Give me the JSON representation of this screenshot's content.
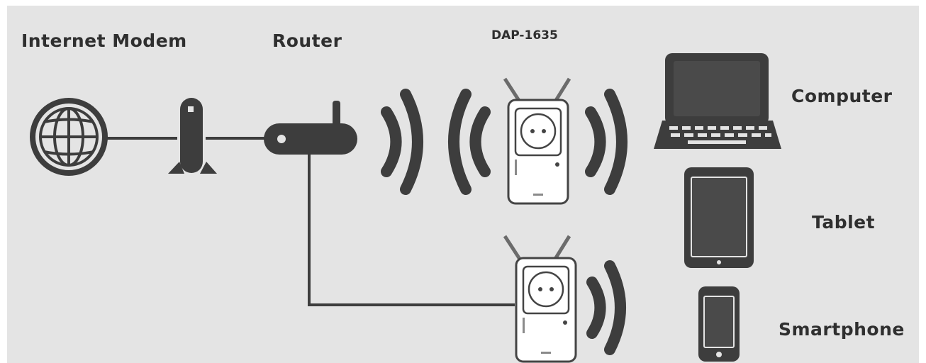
{
  "labels": {
    "internet_modem": "Internet Modem",
    "router": "Router",
    "extender_model": "DAP-1635",
    "computer": "Computer",
    "tablet": "Tablet",
    "smartphone": "Smartphone"
  },
  "colors": {
    "panel_background": "#e4e4e4",
    "device_dark": "#3d3d3d",
    "extender_body": "#ffffff"
  },
  "icons": {
    "internet": "globe-icon",
    "modem": "modem-icon",
    "router": "router-icon",
    "wifi_signal": "wifi-wave-icon",
    "extender": "range-extender-icon",
    "computer": "laptop-icon",
    "tablet": "tablet-icon",
    "smartphone": "smartphone-icon"
  }
}
